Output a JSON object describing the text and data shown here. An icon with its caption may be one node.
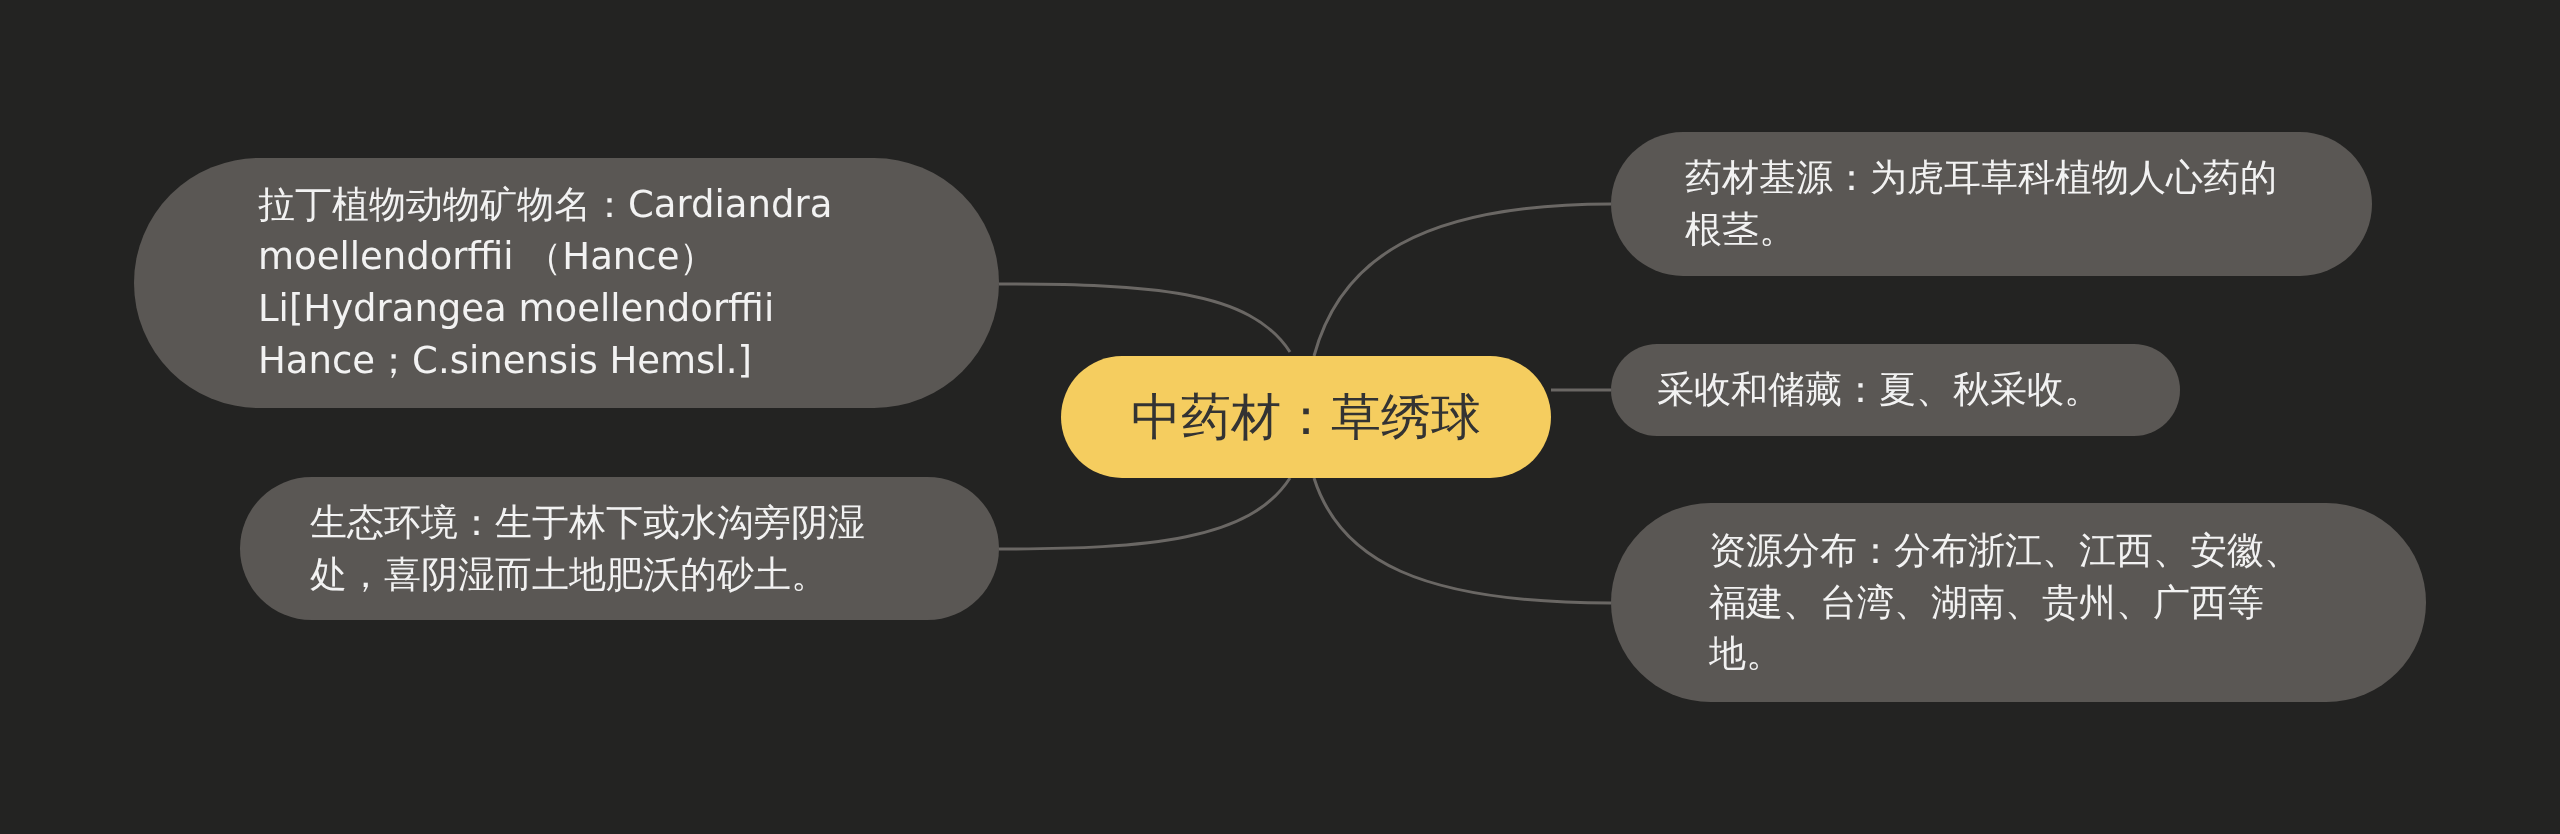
{
  "diagram": {
    "nodes": [
      {
        "text": [
          "中药材：草绣球"
        ]
      },
      {
        "text": [
          "拉丁植物动物矿物名：Cardiandra moellendorffii （Hance） Li[Hydrangea moellendorffii Hance；C.sinensis Hemsl.]"
        ]
      },
      {
        "text": [
          "生态环境：生于林下或水沟旁阴湿处，喜阴湿而土地肥沃的砂土。"
        ]
      },
      {
        "text": [
          "药材基源：为虎耳草科植物人心药的根茎。"
        ]
      },
      {
        "text": [
          "采收和储藏：夏、秋采收。"
        ]
      },
      {
        "text": [
          "资源分布：分布浙江、江西、安徽、福建、台湾、湖南、贵州、广西等地。"
        ]
      }
    ],
    "edges": [
      {
        "from": 0,
        "to": 1,
        "arrow": "none"
      },
      {
        "from": 0,
        "to": 2,
        "arrow": "none"
      },
      {
        "from": 0,
        "to": 3,
        "arrow": "none"
      },
      {
        "from": 0,
        "to": 4,
        "arrow": "none"
      },
      {
        "from": 0,
        "to": 5,
        "arrow": "none"
      }
    ]
  }
}
